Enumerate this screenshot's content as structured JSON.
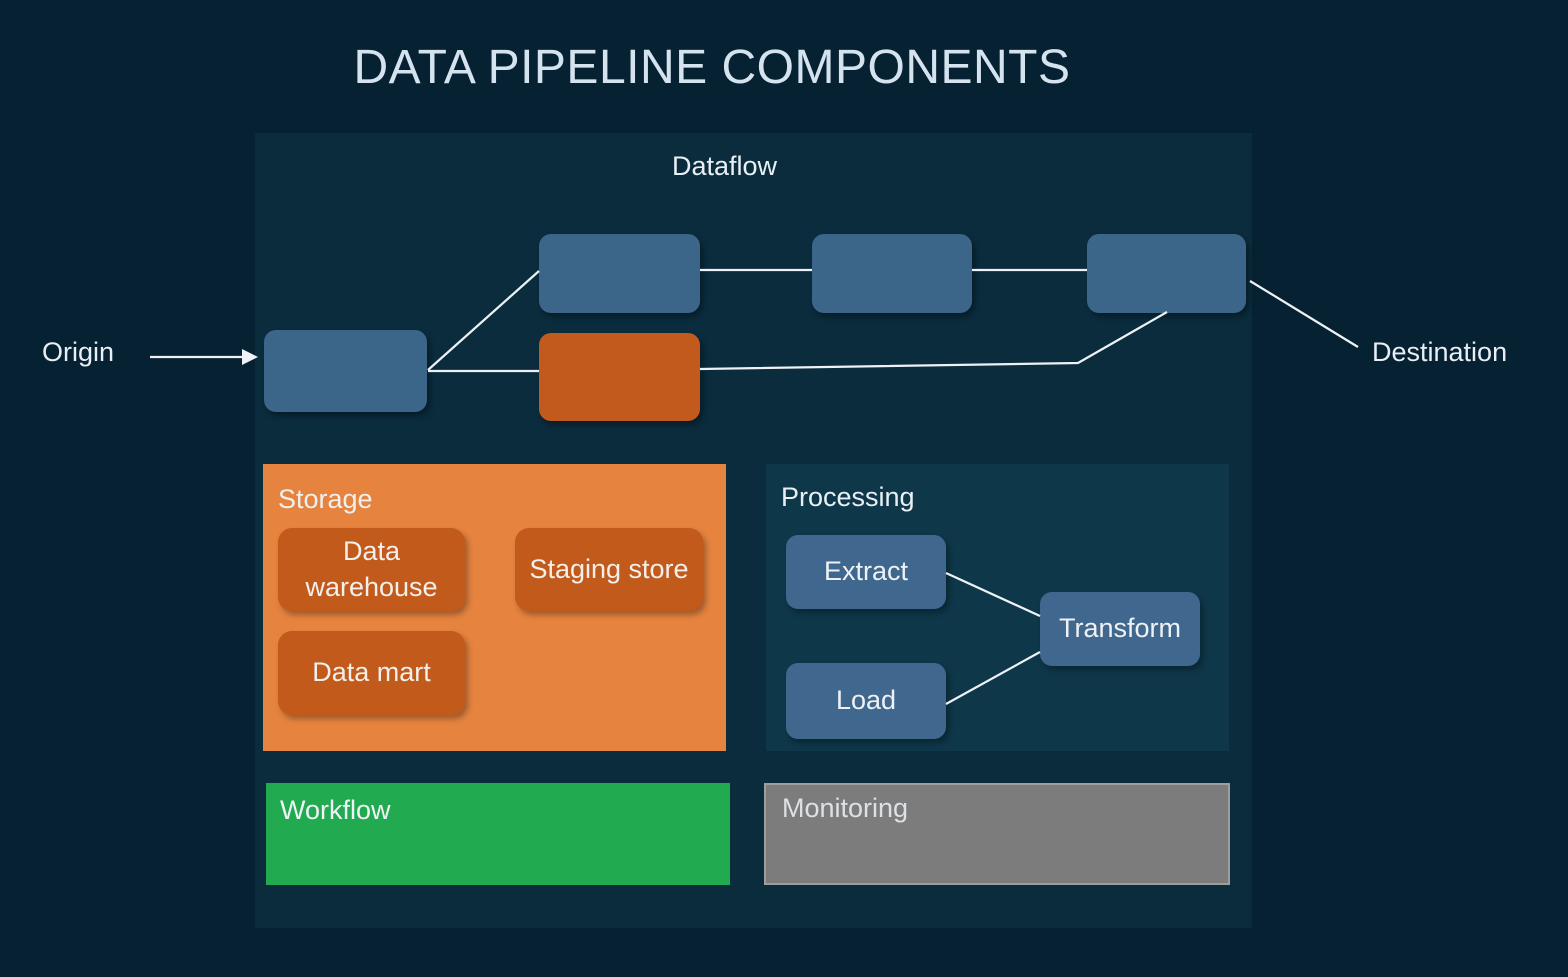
{
  "title": "DATA PIPELINE COMPONENTS",
  "dataflow": {
    "label": "Dataflow",
    "origin": "Origin",
    "destination": "Destination"
  },
  "storage": {
    "label": "Storage",
    "warehouse": "Data warehouse",
    "staging": "Staging store",
    "mart": "Data mart"
  },
  "processing": {
    "label": "Processing",
    "extract": "Extract",
    "load": "Load",
    "transform": "Transform"
  },
  "workflow": {
    "label": "Workflow"
  },
  "monitoring": {
    "label": "Monitoring"
  },
  "colors": {
    "background": "#062131",
    "dataflow_panel": "#0a2c3d",
    "processing_panel": "#0e3749",
    "node_blue": "#3c6689",
    "node_orange": "#c35a1d",
    "storage_panel": "#e5833f",
    "workflow_green": "#21aa4f",
    "monitoring_gray": "#7c7c7c",
    "connector_line": "#eef2f6",
    "title_text": "#d5e3ef"
  }
}
